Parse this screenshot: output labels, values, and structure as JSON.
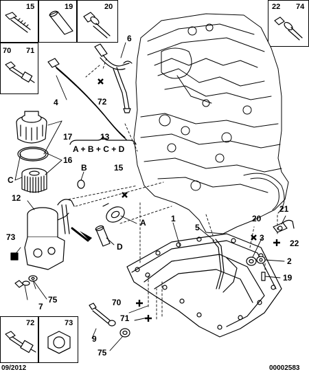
{
  "boxes": {
    "b15": "15",
    "b19": "19",
    "b20": "20",
    "b70": "70",
    "b71": "71",
    "b22": "22",
    "b74": "74",
    "b72": "72",
    "b73": "73"
  },
  "callouts": {
    "c4": "4",
    "c6": "6",
    "c72": "72",
    "c13": "13",
    "c17": "17",
    "c16": "16",
    "cC": "C",
    "cB": "B",
    "c15": "15",
    "c12": "12",
    "cA": "A",
    "cD": "D",
    "c73": "73",
    "c7": "7",
    "c75a": "75",
    "c1": "1",
    "c5": "5",
    "c20": "20",
    "c3": "3",
    "c21": "21",
    "c22": "22",
    "c2": "2",
    "c19": "19",
    "c70": "70",
    "c71": "71",
    "c9": "9",
    "c75b": "75",
    "formula": "A + B + C + D"
  },
  "footer": {
    "date": "09/2012",
    "ref": "00002583"
  }
}
